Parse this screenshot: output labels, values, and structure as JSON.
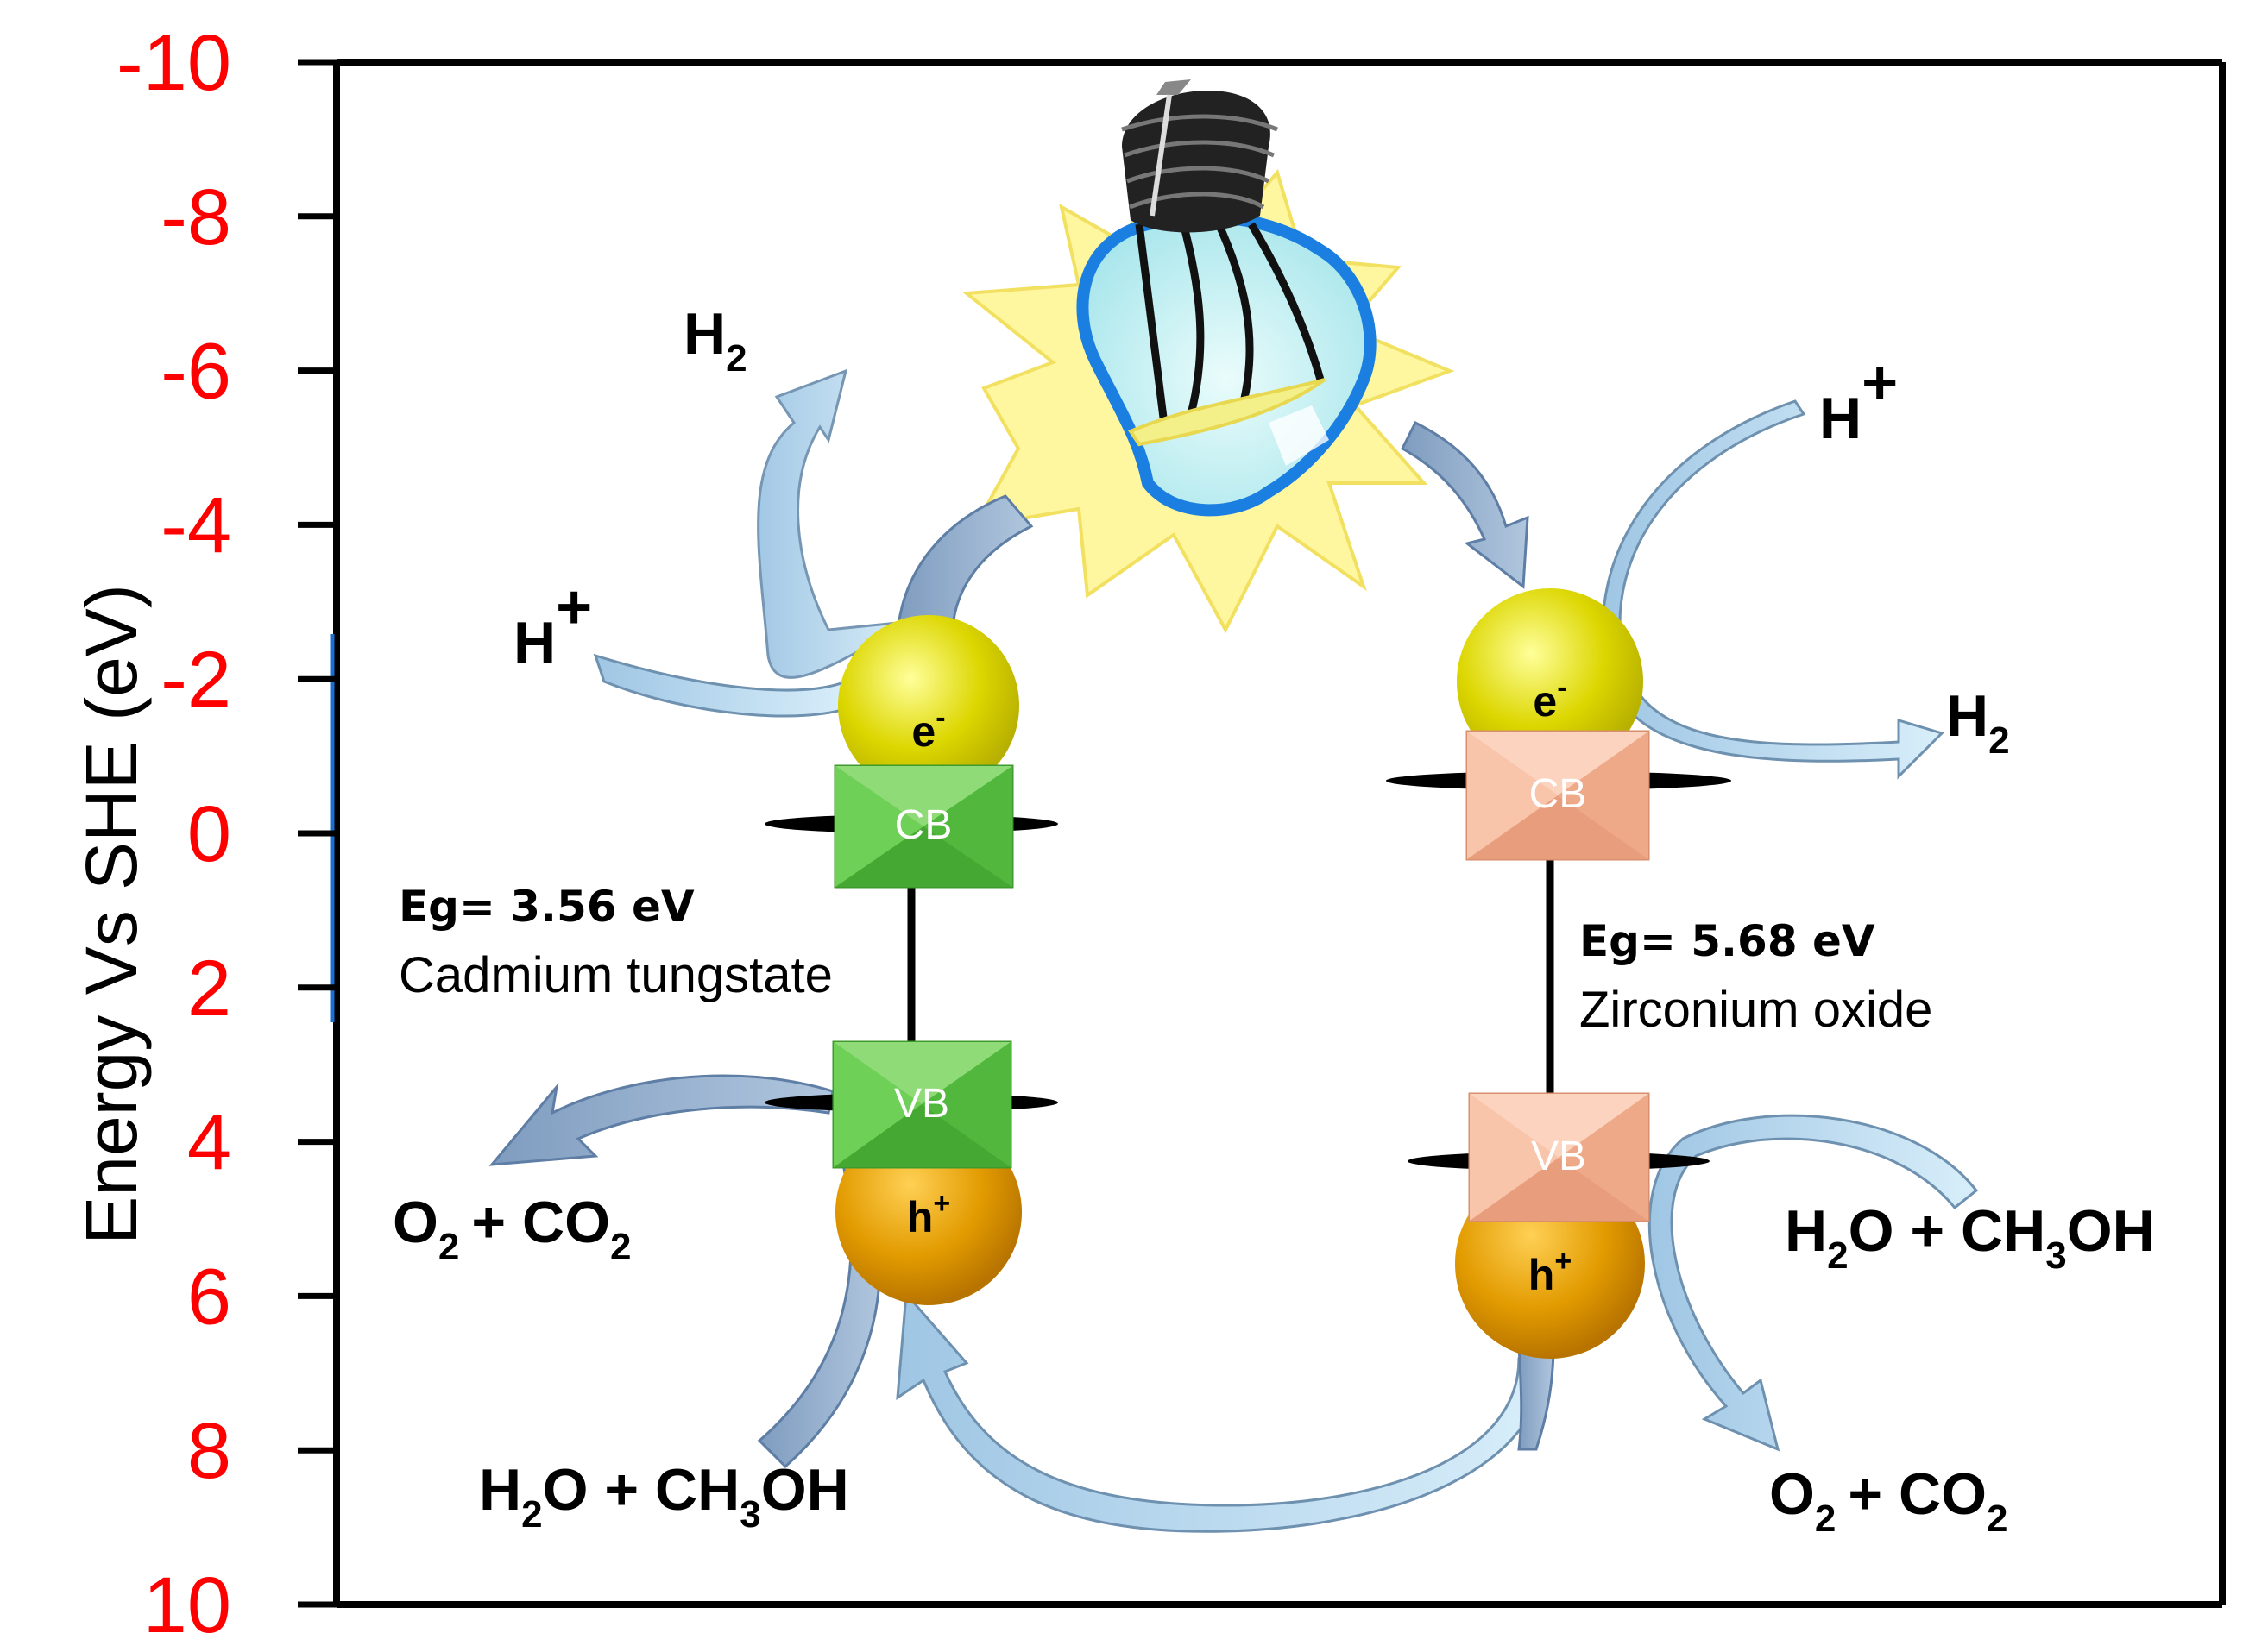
{
  "axis": {
    "ylabel": "Energy Vs SHE (eV)",
    "ticks": [
      "-10",
      "-8",
      "-6",
      "-4",
      "-2",
      "0",
      "2",
      "4",
      "6",
      "8",
      "10"
    ],
    "tick_color": "#ff0000"
  },
  "left": {
    "material": "Cadmium tungstate",
    "eg": "Eg= 3.56 eV",
    "cb": "CB",
    "vb": "VB",
    "electron": "e",
    "electron_sup": "-",
    "hole": "h",
    "hole_sup": "+",
    "h2": {
      "main": "H",
      "sub": "2"
    },
    "hplus": {
      "main": "H",
      "sup": "+"
    },
    "o2co2": {
      "a": "O",
      "a_sub": "2",
      "b": "+ CO",
      "b_sub": "2"
    },
    "h2o": {
      "a": "H",
      "a_sub": "2",
      "b": "O  + CH",
      "b_sub": "3",
      "c": "OH"
    },
    "band_color": "#5ec545"
  },
  "right": {
    "material": "Zirconium oxide",
    "eg": "Eg= 5.68 eV",
    "cb": "CB",
    "vb": "VB",
    "electron": "e",
    "electron_sup": "-",
    "hole": "h",
    "hole_sup": "+",
    "h2": {
      "main": "H",
      "sub": "2"
    },
    "hplus": {
      "main": "H",
      "sup": "+"
    },
    "o2co2": {
      "a": "O",
      "a_sub": "2",
      "b": "+ CO",
      "b_sub": "2"
    },
    "h2o": {
      "a": "H",
      "a_sub": "2",
      "b": "O  + CH",
      "b_sub": "3",
      "c": "OH"
    },
    "band_color": "#f6b89a"
  },
  "colors": {
    "electron": "#d8d400",
    "hole": "#e0a000",
    "arrow_light": "#b9dcf2",
    "arrow_dark": "#8faac8",
    "bulb_outline": "#1a7fe0",
    "glow": "#fff6a0"
  },
  "icons": [
    "light-bulb-icon"
  ]
}
